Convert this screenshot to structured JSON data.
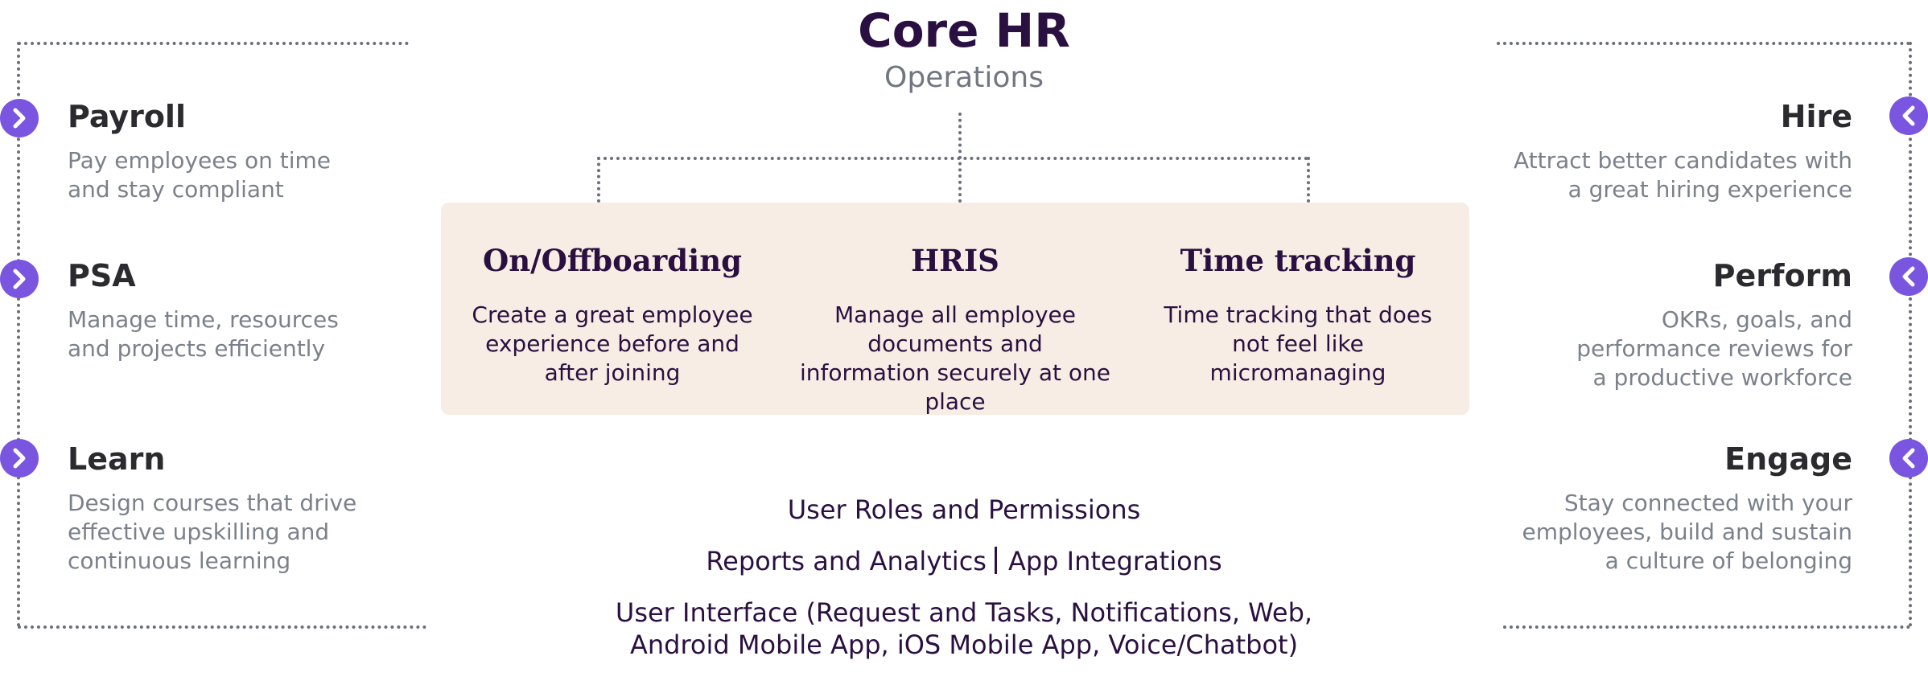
{
  "header": {
    "title": "Core HR",
    "subtitle": "Operations"
  },
  "core_modules": [
    {
      "title": "On/Offboarding",
      "description": "Create a great employee experience before and after joining"
    },
    {
      "title": "HRIS",
      "description": "Manage all employee documents and information securely at one place"
    },
    {
      "title": "Time tracking",
      "description": "Time tracking that does not feel like micromanaging"
    }
  ],
  "platform": {
    "line1": "User Roles and Permissions",
    "line2a": "Reports and Analytics",
    "line2b": "App Integrations",
    "line3": "User Interface (Request and Tasks, Notifications, Web, Android Mobile App, iOS Mobile App, Voice/Chatbot)"
  },
  "left_modules": [
    {
      "title": "Payroll",
      "description_lines": [
        "Pay employees on time",
        "and stay compliant"
      ]
    },
    {
      "title": "PSA",
      "description_lines": [
        "Manage time, resources",
        "and projects efficiently"
      ]
    },
    {
      "title": "Learn",
      "description_lines": [
        "Design courses that drive",
        "effective upskilling and",
        "continuous learning"
      ]
    }
  ],
  "right_modules": [
    {
      "title": "Hire",
      "description_lines": [
        "Attract better candidates with",
        "a great hiring experience"
      ]
    },
    {
      "title": "Perform",
      "description_lines": [
        "OKRs, goals, and",
        "performance reviews for",
        "a productive workforce"
      ]
    },
    {
      "title": "Engage",
      "description_lines": [
        "Stay connected with your",
        "employees, build and sustain",
        "a culture of belonging"
      ]
    }
  ],
  "icons": {
    "left_arrow_button": "chevron-right-icon",
    "right_arrow_button": "chevron-left-icon"
  },
  "colors": {
    "accent": "#7a55e0",
    "title_dark": "#2a1040",
    "box_background": "#f7ede4",
    "muted_text": "#7b818b"
  }
}
